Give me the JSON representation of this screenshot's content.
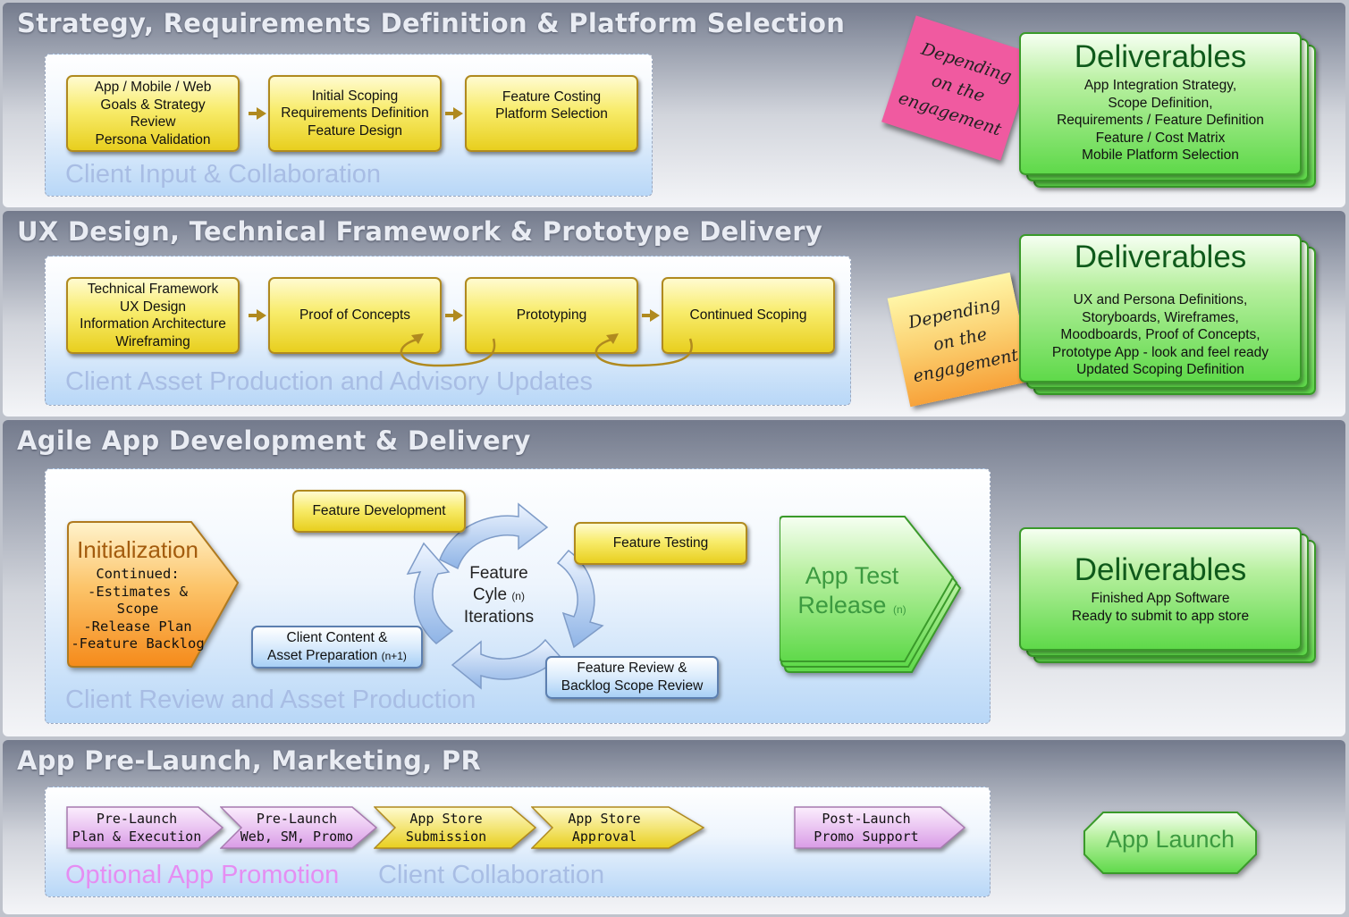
{
  "bands": [
    {
      "title": "Strategy, Requirements Definition & Platform Selection"
    },
    {
      "title": "UX Design, Technical Framework & Prototype Delivery"
    },
    {
      "title": "Agile App Development & Delivery"
    },
    {
      "title": "App Pre-Launch, Marketing, PR"
    }
  ],
  "band1": {
    "caption": "Client Input & Collaboration",
    "box1": {
      "l1": "App / Mobile / Web",
      "l2": "Goals & Strategy",
      "l3": "Review",
      "l4": "Persona Validation"
    },
    "box2": {
      "l1": "Initial Scoping",
      "l2": "Requirements Definition",
      "l3": "Feature Design"
    },
    "box3": {
      "l1": "Feature Costing",
      "l2": "Platform Selection"
    },
    "note": {
      "l1": "Depending",
      "l2": "on the",
      "l3": "engagement",
      "color": "#f05aa0"
    },
    "deliverables": {
      "title": "Deliverables",
      "l1": "App Integration Strategy,",
      "l2": "Scope Definition,",
      "l3": "Requirements / Feature Definition",
      "l4": "Feature / Cost Matrix",
      "l5": "Mobile Platform Selection"
    }
  },
  "band2": {
    "caption": "Client Asset Production and Advisory Updates",
    "box1": {
      "l1": "Technical Framework",
      "l2": "UX Design",
      "l3": "Information Architecture",
      "l4": "Wireframing"
    },
    "box2": {
      "label": "Proof of Concepts"
    },
    "box3": {
      "label": "Prototyping"
    },
    "box4": {
      "label": "Continued Scoping"
    },
    "note": {
      "l1": "Depending",
      "l2": "on the",
      "l3": "engagement",
      "color": "#f7a23a"
    },
    "deliverables": {
      "title": "Deliverables",
      "l1": "UX and Persona Definitions,",
      "l2": "Storyboards, Wireframes,",
      "l3": "Moodboards, Proof of Concepts,",
      "l4": "Prototype App - look and feel ready",
      "l5": "Updated Scoping Definition"
    }
  },
  "band3": {
    "caption": "Client Review and Asset Production",
    "init": {
      "title": "Initialization",
      "l1": "Continued:",
      "l2": "-Estimates & Scope",
      "l3": "-Release Plan",
      "l4": "-Feature Backlog"
    },
    "feature_dev": "Feature Development",
    "feature_testing": "Feature Testing",
    "cycle": {
      "l1": "Feature",
      "l2": "Cyle",
      "l2n": "(n)",
      "l3": "Iterations"
    },
    "client_content": {
      "l1": "Client Content &",
      "l2": "Asset Preparation",
      "l2n": "(n+1)"
    },
    "feature_review": {
      "l1": "Feature Review &",
      "l2": "Backlog Scope Review"
    },
    "app_test": {
      "l1": "App Test",
      "l2": "Release",
      "l2n": "(n)"
    },
    "deliverables": {
      "title": "Deliverables",
      "l1": "Finished App Software",
      "l2": "Ready to submit to app store"
    }
  },
  "band4": {
    "caption_optional": "Optional App Promotion",
    "caption_client": "Client Collaboration",
    "chev1": {
      "l1": "Pre-Launch",
      "l2": "Plan & Execution"
    },
    "chev2": {
      "l1": "Pre-Launch",
      "l2": "Web, SM, Promo"
    },
    "chev3": {
      "l1": "App Store",
      "l2": "Submission"
    },
    "chev4": {
      "l1": "App Store",
      "l2": "Approval"
    },
    "chev5": {
      "l1": "Post-Launch",
      "l2": "Promo Support"
    },
    "app_launch": "App Launch"
  },
  "colors": {
    "yellow": "#f5e34a",
    "green": "#5fd94a",
    "pink": "#e7b3ee",
    "orange": "#f7a23a",
    "blue_arrow": "#a9c8ee"
  }
}
